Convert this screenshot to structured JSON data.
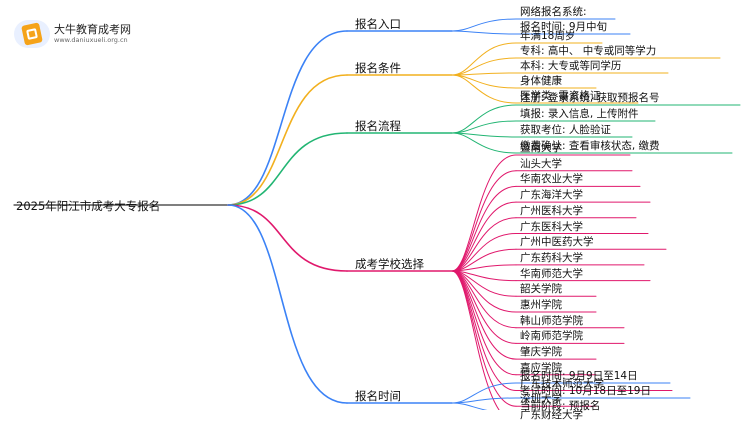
{
  "logo": {
    "name": "大牛教育成考网",
    "url": "www.daniuxueli.org.cn"
  },
  "root": "2025年阳江市成考大专报名",
  "branches": [
    {
      "label": "报名入口",
      "color": "#3b82f6",
      "leaves": [
        "网络报名系统:",
        "报名时间: 9月中旬"
      ]
    },
    {
      "label": "报名条件",
      "color": "#f2b01e",
      "leaves": [
        "年满18周岁",
        "专科: 高中、 中专或同等学力",
        "本科: 大专或等同学历",
        "身体健康",
        "医学类: 需资格证"
      ]
    },
    {
      "label": "报名流程",
      "color": "#22b573",
      "leaves": [
        "注册: 登录系统, 获取预报名号",
        "填报: 录入信息, 上传附件",
        "获取考位: 人脸验证",
        "缴费确认: 查看审核状态, 缴费"
      ]
    },
    {
      "label": "成考学校选择",
      "color": "#e0186c",
      "leaves": [
        "暨南大学",
        "汕头大学",
        "华南农业大学",
        "广东海洋大学",
        "广州医科大学",
        "广东医科大学",
        "广州中医药大学",
        "广东药科大学",
        "华南师范大学",
        "韶关学院",
        "惠州学院",
        "韩山师范学院",
        "岭南师范学院",
        "肇庆学院",
        "嘉应学院",
        "广东技术师范大学",
        "深圳大学",
        "广东财经大学"
      ]
    },
    {
      "label": "报名时间",
      "color": "#3b82f6",
      "leaves": [
        "报名时间: 9月9日至14日",
        "考试时间: 10月18日至19日",
        "当前阶段: 预报名"
      ]
    }
  ]
}
